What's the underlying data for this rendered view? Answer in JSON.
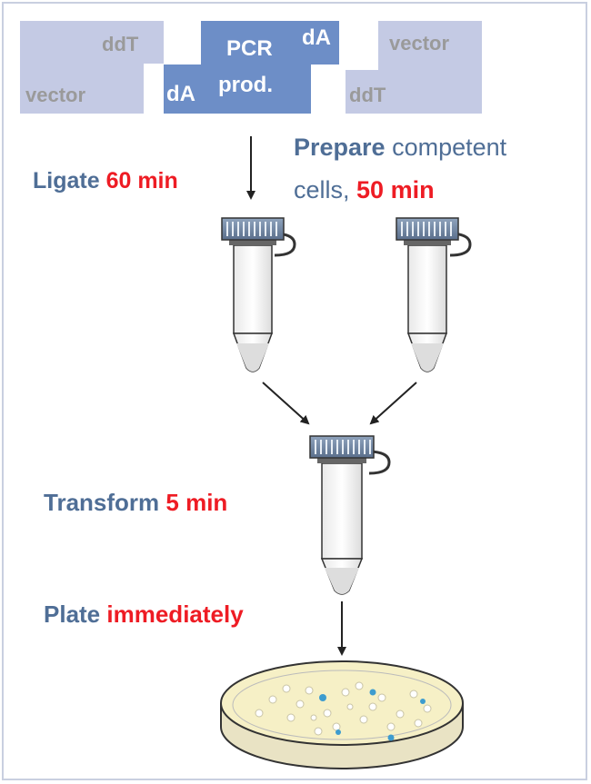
{
  "dna": {
    "left_ddT": "ddT",
    "left_vector": "vector",
    "pcr": "PCR",
    "prod": "prod.",
    "dA_top": "dA",
    "dA_bottom": "dA",
    "right_vector": "vector",
    "right_ddT": "ddT"
  },
  "steps": {
    "ligate_label": "Ligate",
    "ligate_time": "60 min",
    "prepare_label": "Prepare",
    "prepare_rest": "competent",
    "cells_label": "cells,",
    "cells_time": "50 min",
    "transform_label": "Transform",
    "transform_time": "5 min",
    "plate_label": "Plate",
    "plate_time": "immediately"
  },
  "colors": {
    "step_text": "#4f6e96",
    "time_text": "#ee1c24",
    "vector_box": "#c4cae4",
    "pcr_box": "#6d8ec7",
    "gray_text": "#9a9a9a",
    "plate_agar": "#f6f0c6",
    "colony_blue": "#3d9ccf"
  }
}
